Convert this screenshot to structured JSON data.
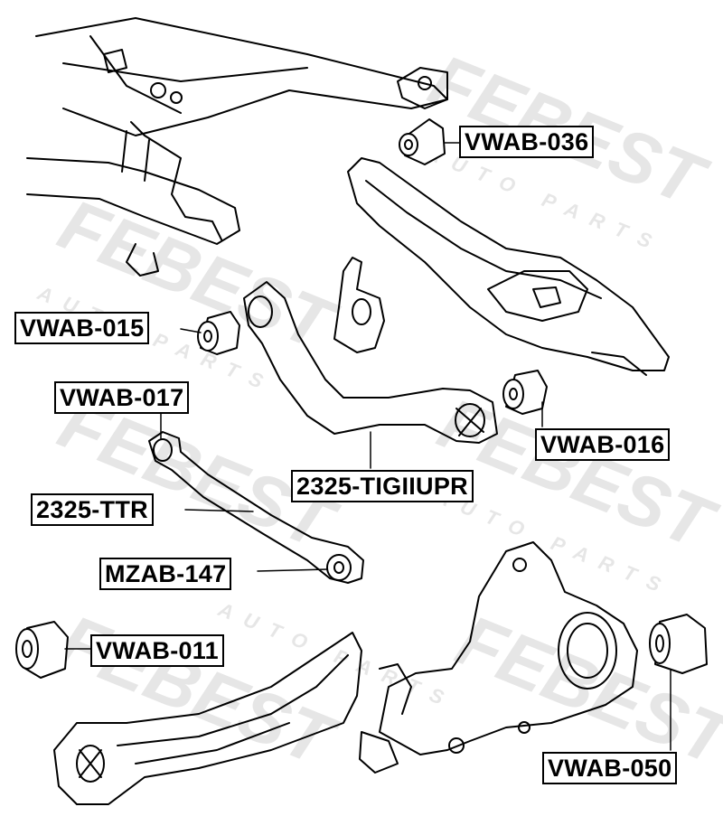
{
  "watermark": {
    "brand": "FEBEST",
    "tagline": "AUTO PARTS"
  },
  "parts": [
    {
      "id": "p1",
      "part_number": "VWAB-036"
    },
    {
      "id": "p2",
      "part_number": "VWAB-015"
    },
    {
      "id": "p3",
      "part_number": "VWAB-017"
    },
    {
      "id": "p4",
      "part_number": "VWAB-016"
    },
    {
      "id": "p5",
      "part_number": "2325-TIGIIUPR"
    },
    {
      "id": "p6",
      "part_number": "2325-TTR"
    },
    {
      "id": "p7",
      "part_number": "MZAB-147"
    },
    {
      "id": "p8",
      "part_number": "VWAB-011"
    },
    {
      "id": "p9",
      "part_number": "VWAB-050"
    }
  ],
  "colors": {
    "line": "#000000",
    "watermark": "#e4e4e4",
    "bushing_fill": "#ffffff"
  }
}
